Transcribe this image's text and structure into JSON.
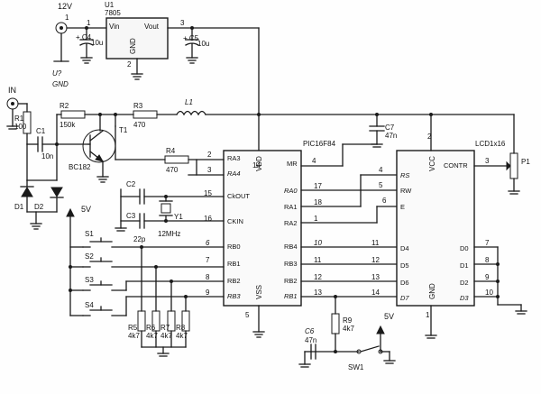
{
  "power": {
    "v12": "12V",
    "v5a": "5V",
    "v5b": "5V",
    "ground": "GND",
    "u2": "U?"
  },
  "regulator": {
    "ref": "U1",
    "part": "7805",
    "vin": "Vin",
    "vout": "Vout",
    "gnd": "GND",
    "pin1": "1",
    "pin2": "2",
    "pin3": "3"
  },
  "caps": {
    "c4": {
      "ref": "+ C4",
      "val": "10u"
    },
    "c5": {
      "ref": "+ C5",
      "val": "10u"
    },
    "c1": {
      "ref": "C1",
      "val": "10n"
    },
    "c2": {
      "ref": "C2"
    },
    "c3": {
      "ref": "C3"
    },
    "c7": {
      "ref": "C7",
      "val": "47n"
    },
    "c6": {
      "ref": "C6",
      "val": "47n"
    },
    "c22": "22p"
  },
  "input": {
    "label": "IN"
  },
  "resistors": {
    "r1": {
      "ref": "R1",
      "val": "100"
    },
    "r2": {
      "ref": "R2",
      "val": "150k"
    },
    "r3": {
      "ref": "R3",
      "val": "470"
    },
    "r4": {
      "ref": "R4",
      "val": "470"
    },
    "r5": {
      "ref": "R5",
      "val": "4k7"
    },
    "r6": {
      "ref": "R6",
      "val": "4k7"
    },
    "r7": {
      "ref": "R7",
      "val": "4k7"
    },
    "r8": {
      "ref": "R8",
      "val": "4k7"
    },
    "r9": {
      "ref": "R9",
      "val": "4k7"
    }
  },
  "inductor": {
    "ref": "L1"
  },
  "transistor": {
    "ref": "T1",
    "part": "BC182"
  },
  "diodes": {
    "d1": "D1",
    "d2": "D2"
  },
  "crystal": {
    "ref": "Y1",
    "freq": "12MHz"
  },
  "switches": {
    "s1": "S1",
    "s2": "S2",
    "s3": "S3",
    "s4": "S4",
    "sw1": "SW1"
  },
  "pot": {
    "ref": "P1"
  },
  "pic": {
    "name": "PIC16F84",
    "vdd": "VDD",
    "vss": "VSS",
    "mr": "MR",
    "ra3": "RA3",
    "ra4": "RA4",
    "clkout": "CkOUT",
    "clkin": "CKIN",
    "ra0": "RA0",
    "ra1": "RA1",
    "ra2": "RA2",
    "rb0": "RB0",
    "rb1": "RB1",
    "rb2": "RB2",
    "rb3": "RB3",
    "rb4": "RB4",
    "rb5": "RB3",
    "rb6": "RB2",
    "rb7": "RB1",
    "p14": "14",
    "p4": "4",
    "p2": "2",
    "p3": "3",
    "p15": "15",
    "p16": "16",
    "p17": "17",
    "p18": "18",
    "p1": "1",
    "p6": "6",
    "p7": "7",
    "p8": "8",
    "p9": "9",
    "p10": "10",
    "p11": "11",
    "p12": "12",
    "p13": "13",
    "p5": "5"
  },
  "lcd": {
    "name": "LCD1x16",
    "vcc": "VCC",
    "gnd": "GND",
    "contr": "CONTR",
    "rs": "RS",
    "rw": "RW",
    "e": "E",
    "d4": "D4",
    "d5": "D5",
    "d6": "D6",
    "d7": "D7",
    "d0": "D0",
    "d1": "D1",
    "d2": "D2",
    "d3": "D3",
    "p2": "2",
    "p3": "3",
    "p4": "4",
    "p5": "5",
    "p6": "6",
    "p11": "11",
    "p12": "12",
    "p13": "13",
    "p14": "14",
    "p7": "7",
    "p8": "8",
    "p9": "9",
    "p10": "10",
    "p1": "1"
  }
}
